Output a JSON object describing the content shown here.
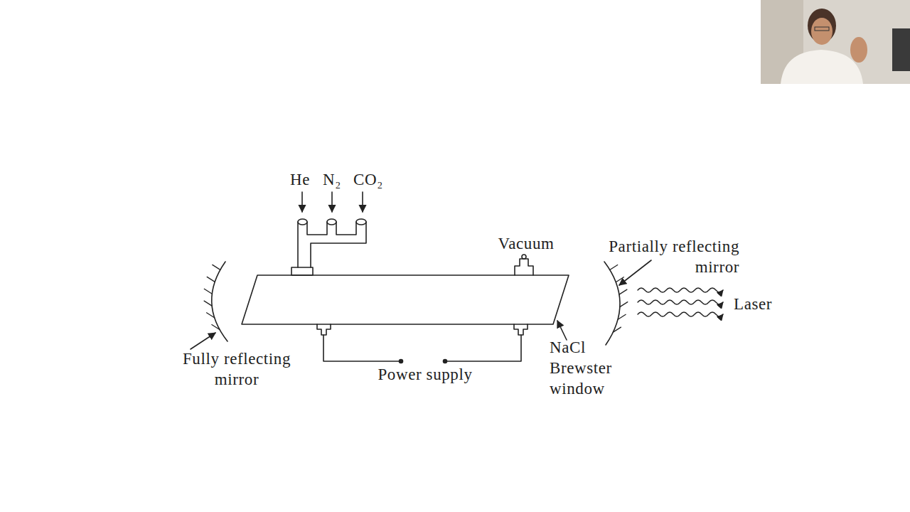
{
  "diagram": {
    "labels": [
      "He",
      "N₂",
      "CO₂",
      "Vacuum",
      "Partially reflecting mirror",
      "Laser",
      "Fully reflecting mirror",
      "Power supply",
      "NaCl Brewster window"
    ]
  }
}
